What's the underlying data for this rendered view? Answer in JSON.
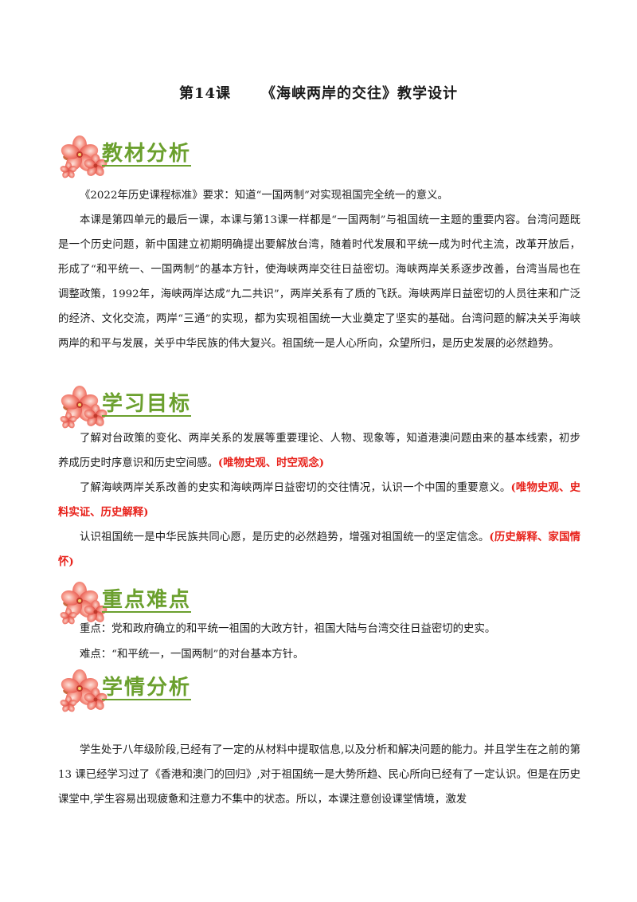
{
  "document": {
    "title_lesson": "第14课",
    "title_name": "《海峡两岸的交往》教学设计"
  },
  "sections": {
    "s1": {
      "title": "教材分析",
      "p1": "《2022年历史课程标准》要求：知道“一国两制”对实现祖国完全统一的意义。",
      "p2": "本课是第四单元的最后一课，本课与第13课一样都是“一国两制”与祖国统一主题的重要内容。台湾问题既是一个历史问题，新中国建立初期明确提出要解放台湾，随着时代发展和平统一成为时代主流，改革开放后，形成了“和平统一、一国两制”的基本方针，使海峡两岸交往日益密切。海峡两岸关系逐步改善，台湾当局也在调整政策，1992年，海峡两岸达成“九二共识”，两岸关系有了质的飞跃。海峡两岸日益密切的人员往来和广泛的经济、文化交流，两岸“三通”的实现，都为实现祖国统一大业奠定了坚实的基础。台湾问题的解决关乎海峡两岸的和平与发展，关乎中华民族的伟大复兴。祖国统一是人心所向，众望所归，是历史发展的必然趋势。"
    },
    "s2": {
      "title": "学习目标",
      "g1_text": "了解对台政策的变化、两岸关系的发展等重要理论、人物、现象等，知道港澳问题由来的基本线索，初步养成历史时序意识和历史空间感。",
      "g1_tag": "(唯物史观、时空观念)",
      "g2_text": "了解海峡两岸关系改善的史实和海峡两岸日益密切的交往情况，认识一个中国的重要意义。",
      "g2_tag": "(唯物史观、史料实证、历史解释)",
      "g3_text": "认识祖国统一是中华民族共同心愿，是历史的必然趋势，增强对祖国统一的坚定信念。",
      "g3_tag": "(历史解释、家国情怀)"
    },
    "s3": {
      "title": "重点难点",
      "key": "重点：党和政府确立的和平统一祖国的大政方针，祖国大陆与台湾交往日益密切的史实。",
      "difficult": "难点：“和平统一，一国两制”的对台基本方针。"
    },
    "s4": {
      "title": "学情分析",
      "p1": "学生处于八年级阶段,已经有了一定的从材料中提取信息,以及分析和解决问题的能力。并且学生在之前的第 13 课已经学习过了《香港和澳门的回归》,对于祖国统一是大势所趋、民心所向已经有了一定认识。但是在历史课堂中,学生容易出现疲惫和注意力不集中的状态。所以，本课注意创设课堂情境，激发"
    }
  },
  "colors": {
    "section_title": "#6ba02e",
    "emphasis_red": "#e8231c",
    "flower_pink": "#f07a6e"
  },
  "icons": [
    "plum-blossom-icon"
  ]
}
